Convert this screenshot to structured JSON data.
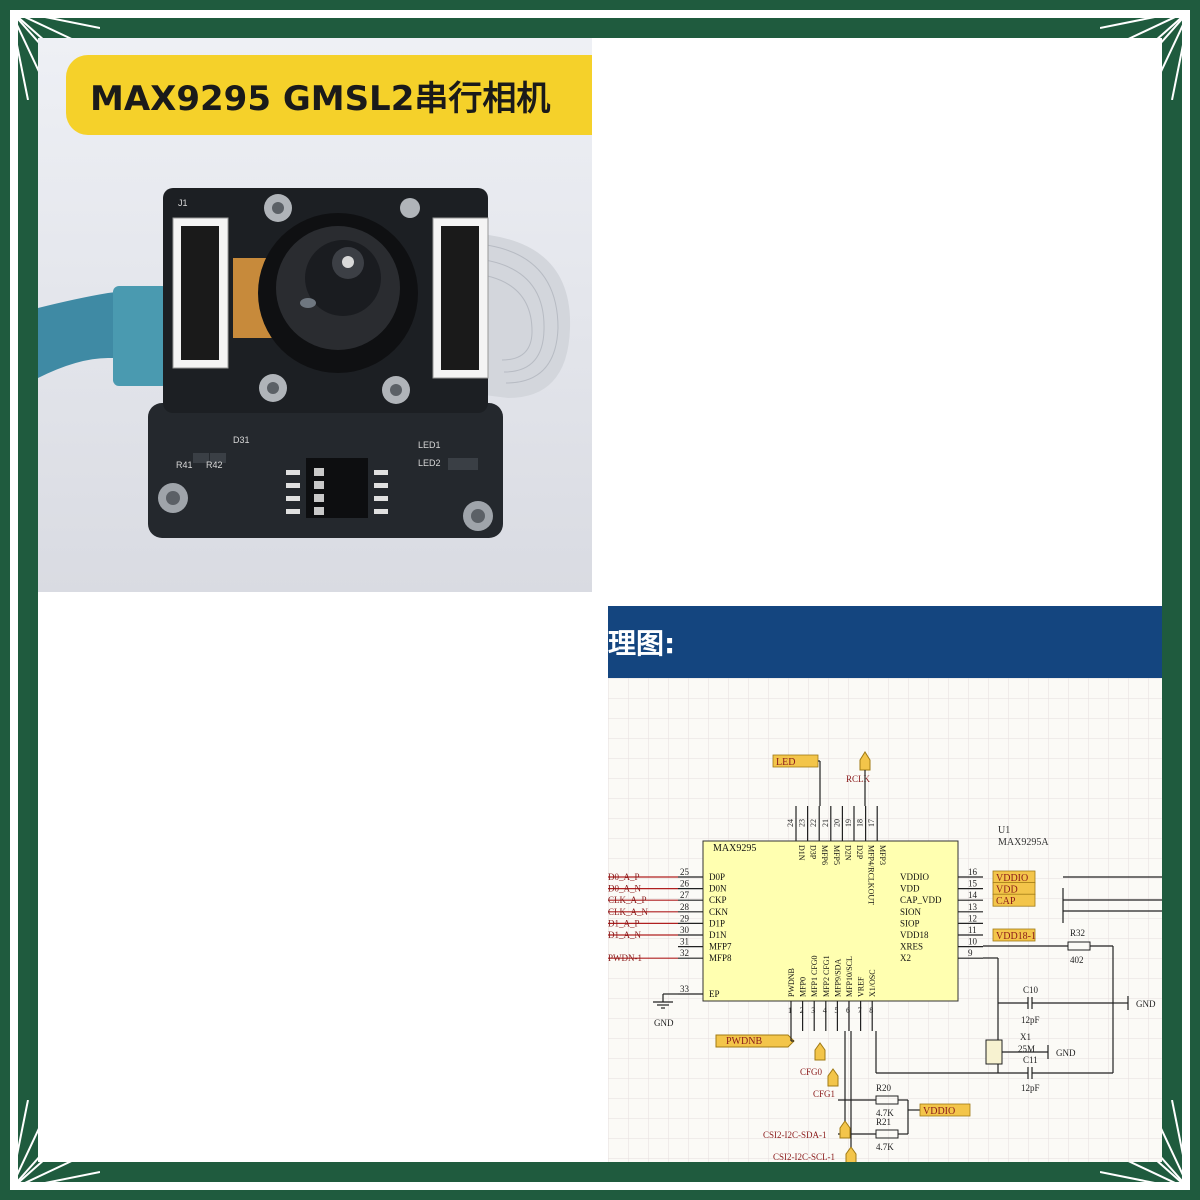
{
  "photo": {
    "title": "MAX9295 GMSL2串行相机",
    "silkscreen": [
      "LED1",
      "LED2",
      "R41",
      "R42",
      "D31",
      "J1"
    ]
  },
  "schematic": {
    "heading": "理图:",
    "chip": {
      "name": "MAX9295",
      "ref": "U1",
      "part": "MAX9295A",
      "left_pins": [
        {
          "num": "25",
          "name": "D0P",
          "net": "D0_A_P"
        },
        {
          "num": "26",
          "name": "D0N",
          "net": "D0_A_N"
        },
        {
          "num": "27",
          "name": "CKP",
          "net": "CLK_A_P"
        },
        {
          "num": "28",
          "name": "CKN",
          "net": "CLK_A_N"
        },
        {
          "num": "29",
          "name": "D1P",
          "net": "D1_A_P"
        },
        {
          "num": "30",
          "name": "D1N",
          "net": "D1_A_N"
        },
        {
          "num": "31",
          "name": "MFP7",
          "net": ""
        },
        {
          "num": "32",
          "name": "MFP8",
          "net": "PWDN-1"
        },
        {
          "num": "33",
          "name": "EP",
          "net": ""
        }
      ],
      "top_pins": [
        {
          "num": "24",
          "name": "D1N"
        },
        {
          "num": "23",
          "name": "D3P"
        },
        {
          "num": "22",
          "name": "MFP6"
        },
        {
          "num": "21",
          "name": "MFP5"
        },
        {
          "num": "20",
          "name": "D2N"
        },
        {
          "num": "19",
          "name": "D2P"
        },
        {
          "num": "18",
          "name": "MFP4/RCLKOUT"
        },
        {
          "num": "17",
          "name": "MFP3"
        }
      ],
      "right_pins": [
        {
          "num": "16",
          "name": "VDDIO",
          "net": "VDDIO"
        },
        {
          "num": "15",
          "name": "VDD",
          "net": "VDD"
        },
        {
          "num": "14",
          "name": "CAP_VDD",
          "net": "CAP"
        },
        {
          "num": "13",
          "name": "SION",
          "net": ""
        },
        {
          "num": "12",
          "name": "SIOP",
          "net": ""
        },
        {
          "num": "11",
          "name": "VDD18",
          "net": "VDD18-1"
        },
        {
          "num": "10",
          "name": "XRES",
          "net": ""
        },
        {
          "num": "9",
          "name": "X2",
          "net": ""
        }
      ],
      "bottom_pins": [
        {
          "num": "1",
          "name": "PWDNB"
        },
        {
          "num": "2",
          "name": "MFP0"
        },
        {
          "num": "3",
          "name": "MFP1 CFG0"
        },
        {
          "num": "4",
          "name": "MFP2 CFG1"
        },
        {
          "num": "5",
          "name": "MFP9/SDA"
        },
        {
          "num": "6",
          "name": "MFP10/SCL"
        },
        {
          "num": "7",
          "name": "VREF"
        },
        {
          "num": "8",
          "name": "X1/OSC"
        }
      ]
    },
    "nets": {
      "led": "LED",
      "rclk": "RCLK",
      "gnd": "GND",
      "pwdnb": "PWDNB",
      "cfg0": "CFG0",
      "cfg1": "CFG1",
      "vddio": "VDDIO",
      "sda": "CSI2-I2C-SDA-1",
      "scl": "CSI2-I2C-SCL-1"
    },
    "components": {
      "r32": {
        "ref": "R32",
        "value": "402"
      },
      "c10": {
        "ref": "C10",
        "value": "12pF"
      },
      "c11": {
        "ref": "C11",
        "value": "12pF"
      },
      "x1": {
        "ref": "X1",
        "value": "25M"
      },
      "r20": {
        "ref": "R20",
        "value": "4.7K"
      },
      "r21": {
        "ref": "R21",
        "value": "4.7K"
      }
    }
  },
  "colors": {
    "frame": "#1f5b3e",
    "banner": "#f5d12a",
    "header": "#14457f",
    "chip_fill": "#ffffb0",
    "net_flag": "#f3c54a",
    "net_text": "#8a1a1a"
  }
}
